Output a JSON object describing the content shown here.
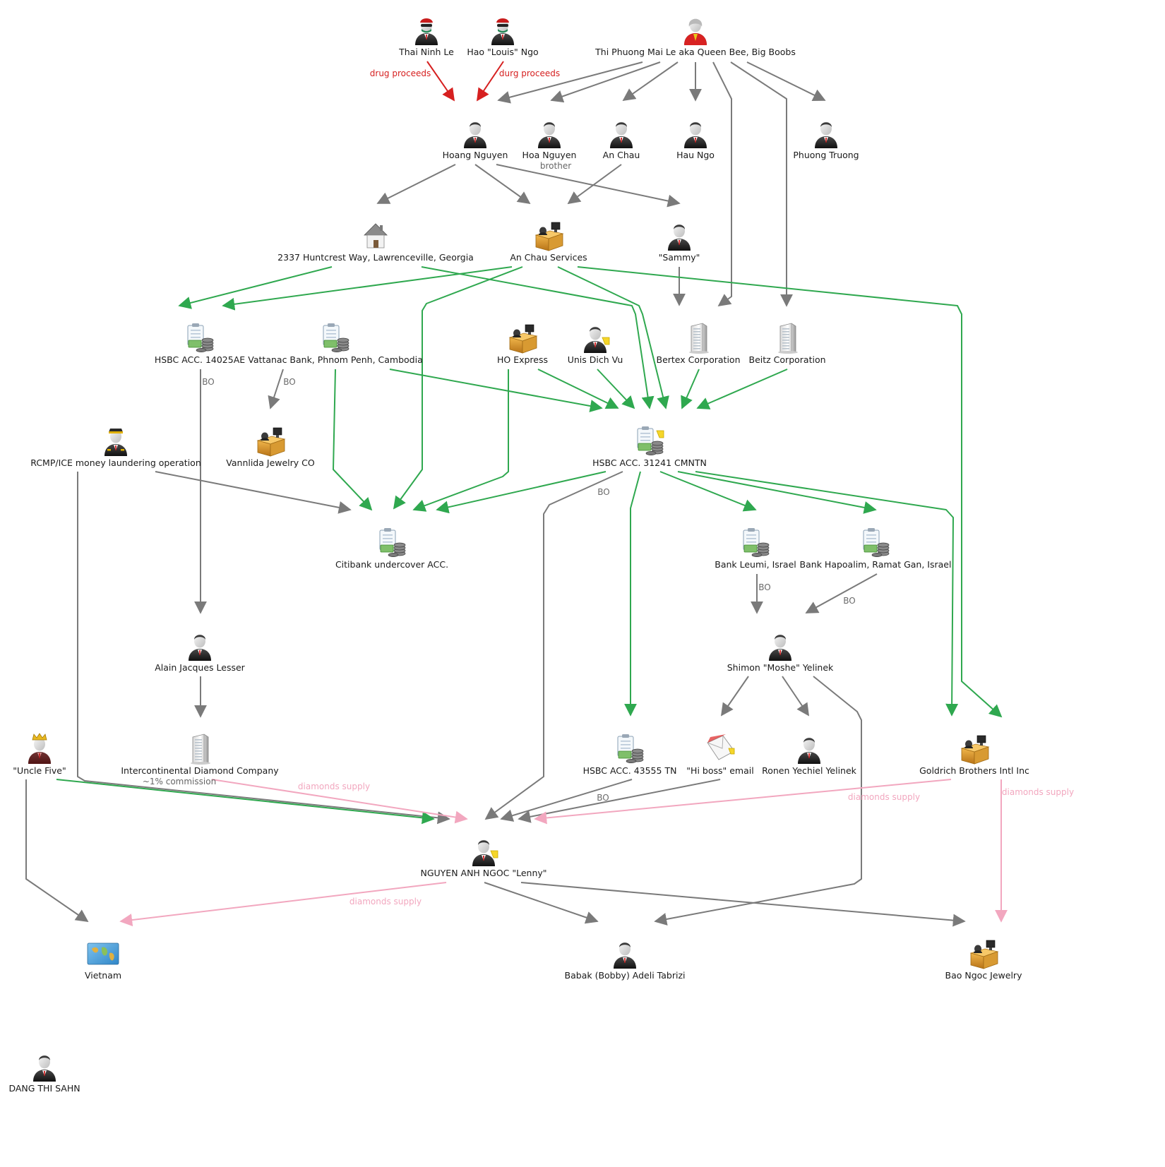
{
  "colors": {
    "gray": "#7a7a7a",
    "green": "#2fa84f",
    "red": "#d62020",
    "pink": "#f2a7bf"
  },
  "nodes": [
    {
      "id": "thai",
      "label": "Thai Ninh Le",
      "icon": "masked-person-icon"
    },
    {
      "id": "hao",
      "label": "Hao \"Louis\" Ngo",
      "icon": "masked-person-icon"
    },
    {
      "id": "queen",
      "label": "Thi Phuong Mai Le aka Queen Bee, Big Boobs",
      "icon": "woman-person-icon"
    },
    {
      "id": "hoang",
      "label": "Hoang Nguyen",
      "icon": "person-icon"
    },
    {
      "id": "hoa",
      "label": "Hoa Nguyen",
      "sublabel": "brother",
      "icon": "person-icon"
    },
    {
      "id": "anchau",
      "label": "An Chau",
      "icon": "person-icon"
    },
    {
      "id": "hau",
      "label": "Hau Ngo",
      "icon": "person-icon"
    },
    {
      "id": "phuong",
      "label": "Phuong Truong",
      "icon": "person-icon"
    },
    {
      "id": "house",
      "label": "2337 Huntcrest Way, Lawrenceville, Georgia",
      "icon": "house-icon"
    },
    {
      "id": "acs",
      "label": "An Chau Services",
      "icon": "desk-icon"
    },
    {
      "id": "sammy",
      "label": "\"Sammy\"",
      "icon": "person-icon"
    },
    {
      "id": "hsbc14",
      "label": "HSBC ACC. 14025AE",
      "icon": "bank-account-icon"
    },
    {
      "id": "vattanac",
      "label": "Vattanac Bank, Phnom Penh, Cambodia",
      "icon": "bank-account-icon"
    },
    {
      "id": "hoexp",
      "label": "HO Express",
      "icon": "desk-icon"
    },
    {
      "id": "unis",
      "label": "Unis Dich Vu",
      "icon": "person-note-icon"
    },
    {
      "id": "bertex",
      "label": "Bertex Corporation",
      "icon": "building-icon"
    },
    {
      "id": "beitz",
      "label": "Beitz Corporation",
      "icon": "building-icon"
    },
    {
      "id": "rcmp",
      "label": "RCMP/ICE money laundering operation",
      "icon": "officer-icon"
    },
    {
      "id": "vannlida",
      "label": "Vannlida Jewelry CO",
      "icon": "desk-icon"
    },
    {
      "id": "hsbc31",
      "label": "HSBC ACC. 31241 CMNTN",
      "icon": "bank-account-note-icon"
    },
    {
      "id": "citi",
      "label": "Citibank undercover ACC.",
      "icon": "bank-account-icon"
    },
    {
      "id": "leumi",
      "label": "Bank Leumi, Israel",
      "icon": "bank-account-icon"
    },
    {
      "id": "hapoalim",
      "label": "Bank Hapoalim, Ramat Gan, Israel",
      "icon": "bank-account-icon"
    },
    {
      "id": "alain",
      "label": "Alain Jacques Lesser",
      "icon": "person-icon"
    },
    {
      "id": "shimon",
      "label": "Shimon \"Moshe\" Yelinek",
      "icon": "person-icon"
    },
    {
      "id": "uncle",
      "label": "\"Uncle Five\"",
      "icon": "king-icon"
    },
    {
      "id": "idc",
      "label": "Intercontinental Diamond Company",
      "sublabel": "~1% commission",
      "icon": "building-icon"
    },
    {
      "id": "hsbc43",
      "label": "HSBC ACC. 43555 TN",
      "icon": "bank-account-icon"
    },
    {
      "id": "email",
      "label": "\"Hi boss\" email",
      "icon": "email-icon"
    },
    {
      "id": "ronen",
      "label": "Ronen Yechiel Yelinek",
      "icon": "person-icon"
    },
    {
      "id": "goldrich",
      "label": "Goldrich Brothers Intl Inc",
      "icon": "desk-icon"
    },
    {
      "id": "lenny",
      "label": "NGUYEN ANH NGOC \"Lenny\"",
      "icon": "person-note-icon"
    },
    {
      "id": "vietnam",
      "label": "Vietnam",
      "icon": "map-icon"
    },
    {
      "id": "babak",
      "label": "Babak (Bobby) Adeli Tabrizi",
      "icon": "person-icon"
    },
    {
      "id": "baongoc",
      "label": "Bao Ngoc Jewelry",
      "icon": "desk-icon"
    },
    {
      "id": "dang",
      "label": "DANG THI SAHN",
      "icon": "person-icon"
    }
  ],
  "edges": [
    {
      "from": "thai",
      "to": "hoang",
      "kind": "red",
      "label": "drug proceeds"
    },
    {
      "from": "hao",
      "to": "hoang",
      "kind": "red",
      "label": "durg proceeds"
    },
    {
      "from": "queen",
      "to": "hoang",
      "kind": "gray"
    },
    {
      "from": "queen",
      "to": "hoa",
      "kind": "gray"
    },
    {
      "from": "queen",
      "to": "anchau",
      "kind": "gray"
    },
    {
      "from": "queen",
      "to": "hau",
      "kind": "gray"
    },
    {
      "from": "queen",
      "to": "bertex",
      "kind": "gray"
    },
    {
      "from": "queen",
      "to": "beitz",
      "kind": "gray"
    },
    {
      "from": "queen",
      "to": "phuong",
      "kind": "gray"
    },
    {
      "from": "hoang",
      "to": "house",
      "kind": "gray"
    },
    {
      "from": "hoang",
      "to": "acs",
      "kind": "gray"
    },
    {
      "from": "hoang",
      "to": "sammy",
      "kind": "gray"
    },
    {
      "from": "anchau",
      "to": "acs",
      "kind": "gray"
    },
    {
      "from": "sammy",
      "to": "bertex",
      "kind": "gray"
    },
    {
      "from": "house",
      "to": "hsbc14",
      "kind": "green"
    },
    {
      "from": "house",
      "to": "hsbc31",
      "kind": "green"
    },
    {
      "from": "acs",
      "to": "hsbc14",
      "kind": "green"
    },
    {
      "from": "acs",
      "to": "citi",
      "kind": "green"
    },
    {
      "from": "acs",
      "to": "hsbc31",
      "kind": "green"
    },
    {
      "from": "acs",
      "to": "baongoc",
      "kind": "green"
    },
    {
      "from": "hsbc14",
      "to": "alain",
      "kind": "gray",
      "label": "BO"
    },
    {
      "from": "vattanac",
      "to": "vannlida",
      "kind": "gray",
      "label": "BO"
    },
    {
      "from": "vattanac",
      "to": "citi",
      "kind": "green"
    },
    {
      "from": "vattanac",
      "to": "hsbc31",
      "kind": "green"
    },
    {
      "from": "hoexp",
      "to": "citi",
      "kind": "green"
    },
    {
      "from": "hoexp",
      "to": "hsbc31",
      "kind": "green"
    },
    {
      "from": "unis",
      "to": "hsbc31",
      "kind": "green"
    },
    {
      "from": "bertex",
      "to": "hsbc31",
      "kind": "green"
    },
    {
      "from": "beitz",
      "to": "hsbc31",
      "kind": "green"
    },
    {
      "from": "rcmp",
      "to": "citi",
      "kind": "gray"
    },
    {
      "from": "rcmp",
      "to": "lenny",
      "kind": "gray"
    },
    {
      "from": "hsbc31",
      "to": "citi",
      "kind": "green"
    },
    {
      "from": "hsbc31",
      "to": "lenny",
      "kind": "gray",
      "label": "BO"
    },
    {
      "from": "hsbc31",
      "to": "hsbc43",
      "kind": "green"
    },
    {
      "from": "hsbc31",
      "to": "leumi",
      "kind": "green"
    },
    {
      "from": "hsbc31",
      "to": "hapoalim",
      "kind": "green"
    },
    {
      "from": "hsbc31",
      "to": "goldrich",
      "kind": "green"
    },
    {
      "from": "leumi",
      "to": "shimon",
      "kind": "gray",
      "label": "BO"
    },
    {
      "from": "hapoalim",
      "to": "shimon",
      "kind": "gray",
      "label": "BO"
    },
    {
      "from": "alain",
      "to": "idc",
      "kind": "gray"
    },
    {
      "from": "shimon",
      "to": "email",
      "kind": "gray"
    },
    {
      "from": "shimon",
      "to": "ronen",
      "kind": "gray"
    },
    {
      "from": "shimon",
      "to": "babak",
      "kind": "gray"
    },
    {
      "from": "uncle",
      "to": "lenny",
      "kind": "green"
    },
    {
      "from": "uncle",
      "to": "vietnam",
      "kind": "gray"
    },
    {
      "from": "idc",
      "to": "lenny",
      "kind": "pink",
      "label": "diamonds supply"
    },
    {
      "from": "hsbc43",
      "to": "lenny",
      "kind": "gray",
      "label": "BO"
    },
    {
      "from": "email",
      "to": "lenny",
      "kind": "gray"
    },
    {
      "from": "goldrich",
      "to": "lenny",
      "kind": "pink",
      "label": "diamonds supply"
    },
    {
      "from": "goldrich",
      "to": "baongoc",
      "kind": "pink",
      "label": "diamonds supply"
    },
    {
      "from": "lenny",
      "to": "vietnam",
      "kind": "pink",
      "label": "diamonds supply"
    },
    {
      "from": "lenny",
      "to": "babak",
      "kind": "gray"
    },
    {
      "from": "lenny",
      "to": "baongoc",
      "kind": "gray"
    }
  ]
}
